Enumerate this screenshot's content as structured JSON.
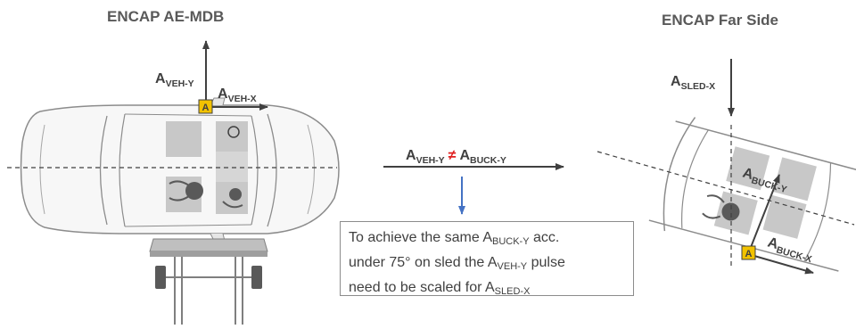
{
  "left_title": "ENCAP AE-MDB",
  "right_title": "ENCAP Far Side",
  "point_marker": "A",
  "labels": {
    "a": "A",
    "veh_y": "VEH-Y",
    "veh_x": "VEH-X",
    "buck_y": "BUCK-Y",
    "buck_x": "BUCK-X",
    "sled_x": "SLED-X",
    "not_equal": "≠"
  },
  "note": {
    "l1_pre": "To achieve the same A",
    "l1_sub": "BUCK-Y",
    "l1_post": " acc.",
    "l2_pre": "under 75° on sled the A",
    "l2_sub": "VEH-Y",
    "l2_post": " pulse",
    "l3_pre": "need to be scaled for A",
    "l3_sub": "SLED-X"
  },
  "colors": {
    "arrow": "#404040",
    "blue_arrow": "#4472c4",
    "not_equal": "#e02020",
    "marker_fill": "#f2c200",
    "car_outline": "#8c8c8c",
    "seat_fill": "#c8c8c8"
  }
}
